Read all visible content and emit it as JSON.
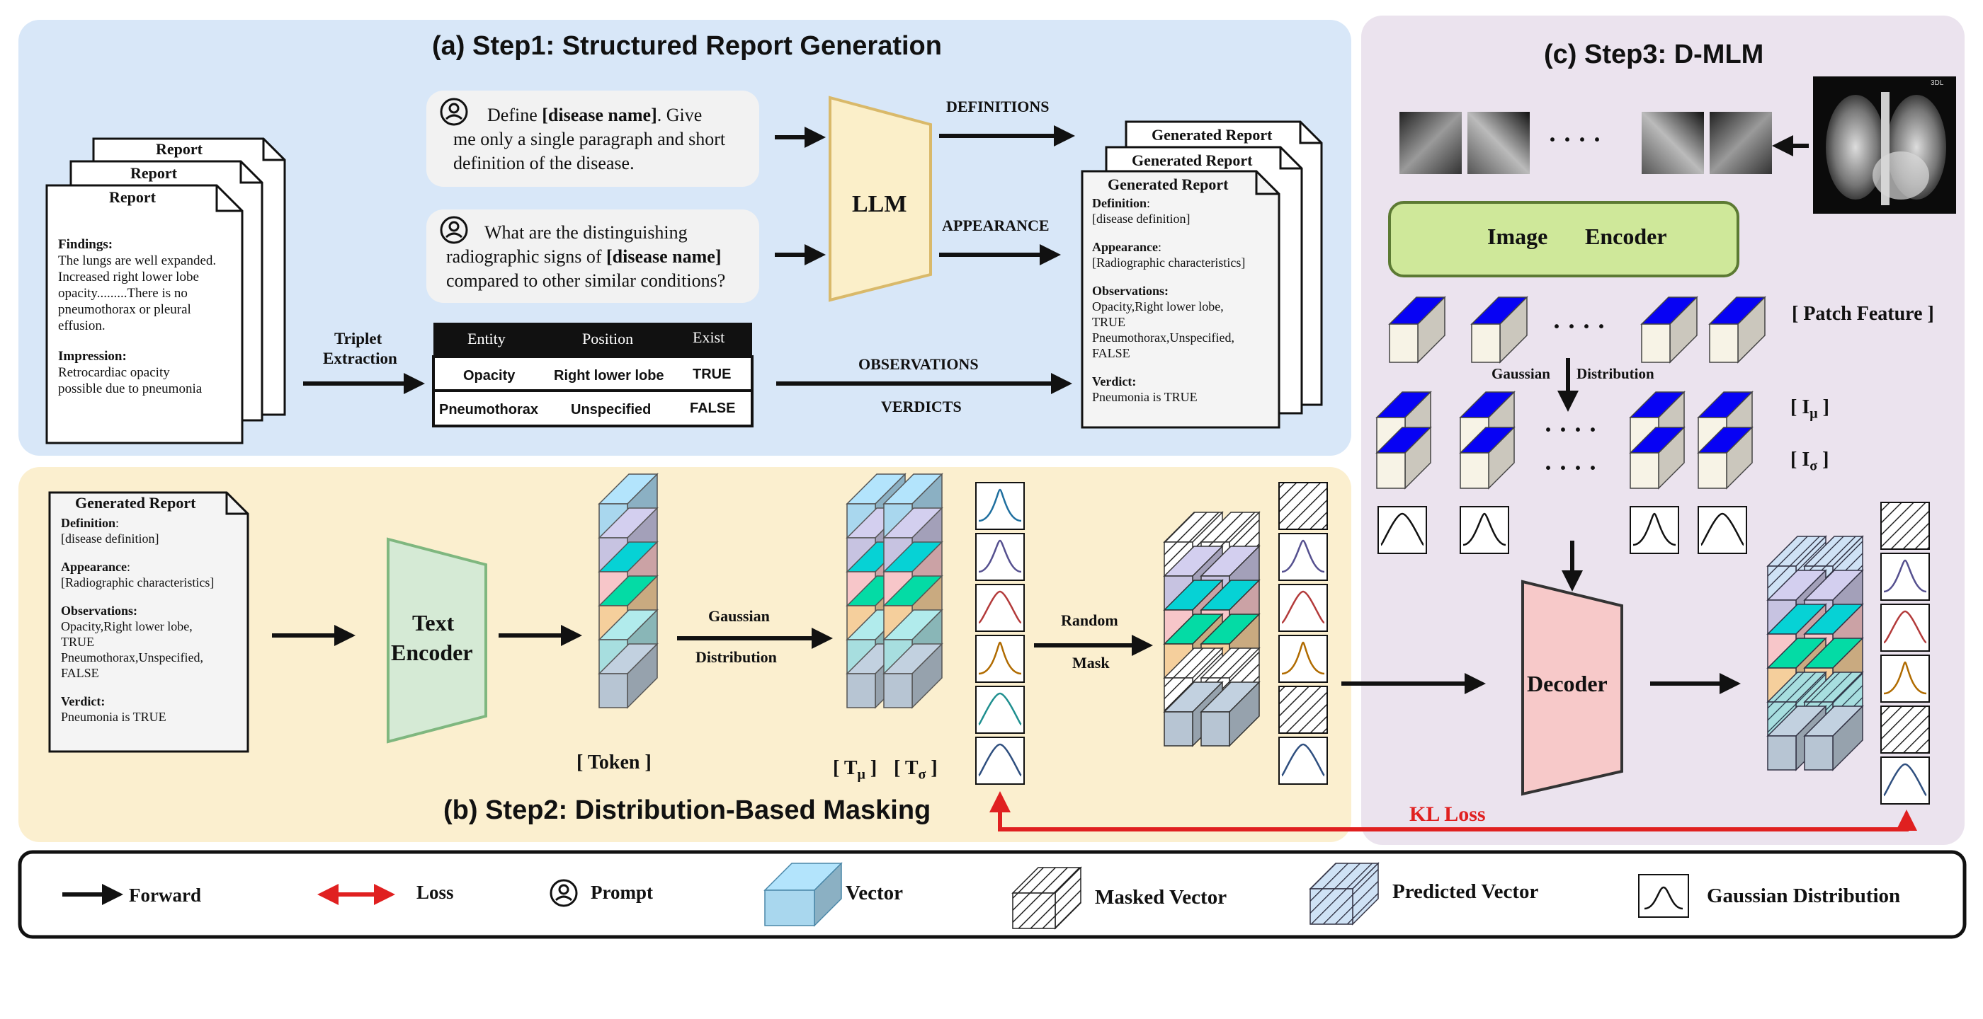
{
  "titles": {
    "step1": "(a)  Step1: Structured Report Generation",
    "step2": "(b)  Step2: Distribution-Based Masking",
    "step3": "(c)  Step3: D-MLM"
  },
  "step1": {
    "report_stack": [
      "Report",
      "Report",
      "Report"
    ],
    "report_findings_heading": "Findings:",
    "report_findings_lines": [
      "The lungs are well expanded.",
      "Increased right lower lobe",
      "opacity.........There is no",
      "pneumothorax or pleural",
      "effusion."
    ],
    "report_impression_heading": "Impression:",
    "report_impression_lines": [
      "Retrocardiac opacity",
      "possible due to pneumonia"
    ],
    "triplet_label_1": "Triplet",
    "triplet_label_2": "Extraction",
    "prompt1_pre": "Define ",
    "prompt1_bold": "[disease name]",
    "prompt1_post": ". Give",
    "prompt1_line2": "me only a single paragraph and short",
    "prompt1_line3": "definition of the disease.",
    "prompt2_line1": "What are the distinguishing",
    "prompt2_pre": "radiographic signs of ",
    "prompt2_bold": "[disease name]",
    "prompt2_line3": "compared to other similar conditions?",
    "llm": "LLM",
    "table_headers": [
      "Entity",
      "Position",
      "Exist"
    ],
    "table_rows": [
      [
        "Opacity",
        "Right lower lobe",
        "TRUE"
      ],
      [
        "Pneumothorax",
        "Unspecified",
        "FALSE"
      ]
    ],
    "arrow_definitions": "DEFINITIONS",
    "arrow_appearance": "APPEARANCE",
    "arrow_observations": "OBSERVATIONS",
    "arrow_verdicts": "VERDICTS",
    "gen_stack": [
      "Generated Report",
      "Generated Report",
      "Generated Report"
    ],
    "gen_definition_h": "Definition",
    "gen_definition_v": "[disease definition]",
    "gen_appearance_h": "Appearance",
    "gen_appearance_v": "[Radiographic  characteristics]",
    "gen_observations_h": "Observations:",
    "gen_observations_lines": [
      "Opacity,Right lower lobe,",
      "TRUE",
      "Pneumothorax,Unspecified,",
      "FALSE"
    ],
    "gen_verdict_h": "Verdict:",
    "gen_verdict_v": "Pneumonia is TRUE"
  },
  "step2": {
    "report_title": "Generated Report",
    "definition_h": "Definition",
    "definition_v": "[disease definition]",
    "appearance_h": "Appearance",
    "appearance_v": "[Radiographic  characteristics]",
    "observations_h": "Observations:",
    "observations_lines": [
      "Opacity,Right lower lobe,",
      "TRUE",
      "Pneumothorax,Unspecified,",
      "FALSE"
    ],
    "verdict_h": "Verdict:",
    "verdict_v": "Pneumonia is TRUE",
    "text_encoder_1": "Text",
    "text_encoder_2": "Encoder",
    "token_label": "[ Token ]",
    "gaussian_1": "Gaussian",
    "gaussian_2": "Distribution",
    "t_mu": "[ T",
    "t_mu_sub": "μ",
    "t_sigma": "[ T",
    "t_sigma_sub": "σ",
    "bracket_close": "]",
    "random_1": "Random",
    "random_2": "Mask"
  },
  "step3": {
    "image_encoder_1": "Image",
    "image_encoder_2": "Encoder",
    "patch_feature": "[ Patch Feature ]",
    "gaussian_label_1": "Gaussian",
    "gaussian_label_2": "Distribution",
    "i_mu": "[ I",
    "i_mu_sub": "μ",
    "i_sigma": "[ I",
    "i_sigma_sub": "σ",
    "bracket_close": "]",
    "ellipsis": "· · · ·",
    "decoder": "Decoder",
    "kl_loss": "KL Loss",
    "xray_tag": "3DL"
  },
  "legend": {
    "forward": "Forward",
    "loss": "Loss",
    "prompt": "Prompt",
    "vector": "Vector",
    "masked_vector": "Masked Vector",
    "predicted_vector": "Predicted Vector",
    "gaussian_distribution": "Gaussian Distribution"
  },
  "colors": {
    "panel_a": "#d8e7f8",
    "panel_b": "#fbefcf",
    "panel_c": "#ebe3ee",
    "llm": "#fbefc9",
    "text_encoder": "#d5ead5",
    "image_encoder": "#cfe89a",
    "decoder": "#f7c9c9",
    "kl_loss": "#e02020",
    "token_colors": [
      "#a9d7ee",
      "#c7c3e1",
      "#f7c6c9",
      "#f5cf9c",
      "#a7dedf",
      "#b7c5d3"
    ],
    "dist_colors": [
      "#1f6f9f",
      "#55508f",
      "#b33a3a",
      "#b06b00",
      "#1f8f8f",
      "#2f4f7f"
    ]
  }
}
